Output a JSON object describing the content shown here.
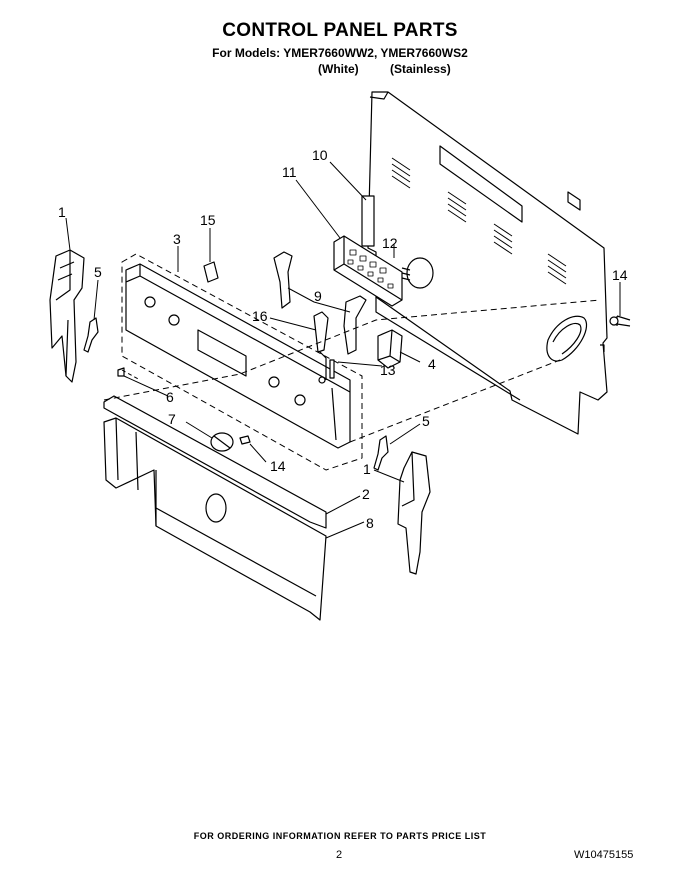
{
  "header": {
    "title": "CONTROL PANEL PARTS",
    "models_line": "For Models: YMER7660WW2, YMER7660WS2",
    "variant_white": "(White)",
    "variant_stainless": "(Stainless)"
  },
  "callouts": {
    "c1_left": "1",
    "c5_left": "5",
    "c3": "3",
    "c15": "15",
    "c16": "16",
    "c9": "9",
    "c10": "10",
    "c11": "11",
    "c12": "12",
    "c13": "13",
    "c4": "4",
    "c14_right": "14",
    "c6": "6",
    "c7": "7",
    "c14_bottom": "14",
    "c5_right": "5",
    "c1_right": "1",
    "c2": "2",
    "c8": "8"
  },
  "footer": {
    "note": "FOR ORDERING INFORMATION REFER TO PARTS PRICE LIST",
    "page_number": "2",
    "document_id": "W10475155"
  }
}
